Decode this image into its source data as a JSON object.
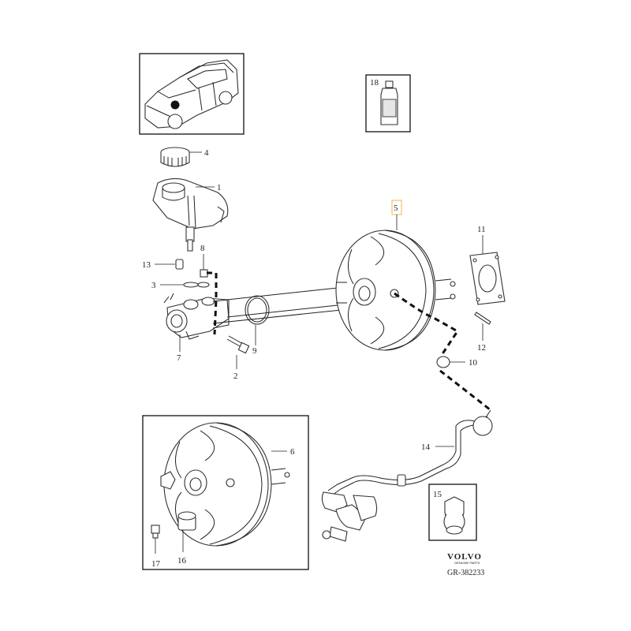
{
  "callouts": {
    "c1": "1",
    "c2": "2",
    "c3": "3",
    "c4": "4",
    "c5": "5",
    "c6": "6",
    "c7": "7",
    "c8": "8",
    "c9": "9",
    "c10": "10",
    "c11": "11",
    "c12": "12",
    "c13": "13",
    "c14": "14",
    "c15": "15",
    "c16": "16",
    "c17": "17",
    "c18": "18"
  },
  "brand": {
    "name": "VOLVO",
    "tagline": "GENUINE PARTS"
  },
  "reference": "GR-382233"
}
